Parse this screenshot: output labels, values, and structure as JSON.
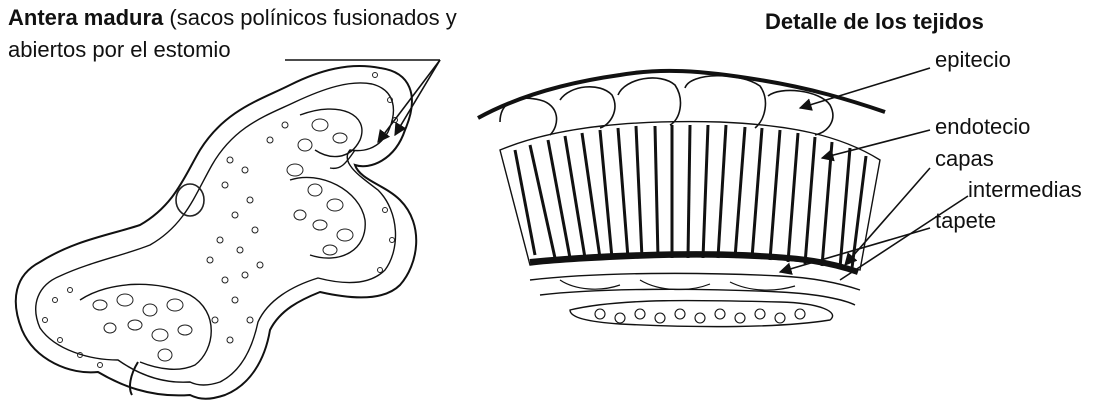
{
  "left": {
    "title_bold": "Antera madura",
    "title_rest": " (sacos polínicos fusionados y",
    "title_line2": "abiertos por el estomio"
  },
  "right": {
    "title": "Detalle de los tejidos",
    "labels": {
      "epitecio": "epitecio",
      "endotecio": "endotecio",
      "capas": "capas",
      "intermedias": "intermedias",
      "tapete": "tapete"
    }
  },
  "colors": {
    "ink": "#111111",
    "background": "#ffffff"
  }
}
